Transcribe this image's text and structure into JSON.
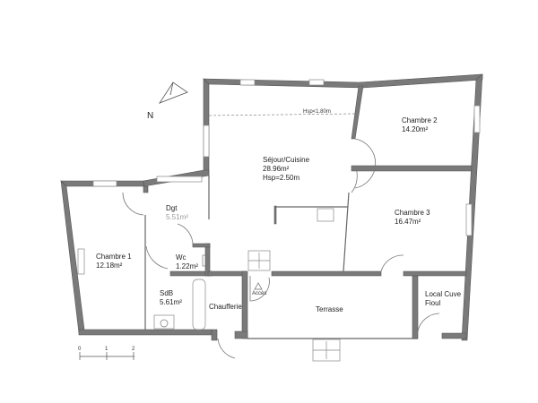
{
  "plan": {
    "north_label": "N",
    "ceiling_note": "Hsp<1.80m",
    "rooms": {
      "sejour": {
        "name": "Séjour/Cuisine",
        "area": "28.96m²",
        "height": "Hsp=2.50m"
      },
      "chambre2": {
        "name": "Chambre 2",
        "area": "14.20m²"
      },
      "chambre3": {
        "name": "Chambre 3",
        "area": "16.47m²"
      },
      "chambre1": {
        "name": "Chambre 1",
        "area": "12.18m²"
      },
      "dgt": {
        "name": "Dgt",
        "area": "5.51m²"
      },
      "wc": {
        "name": "Wc",
        "area": "1.22m²"
      },
      "sdb": {
        "name": "SdB",
        "area": "5.61m²"
      },
      "chaufferie": {
        "name": "Chaufferie"
      },
      "terrasse": {
        "name": "Terrasse"
      },
      "local": {
        "name_line1": "Local Cuve",
        "name_line2": "Fioul"
      }
    },
    "access_label": "Accès",
    "scale": {
      "ticks": [
        "0",
        "1",
        "2"
      ]
    }
  }
}
